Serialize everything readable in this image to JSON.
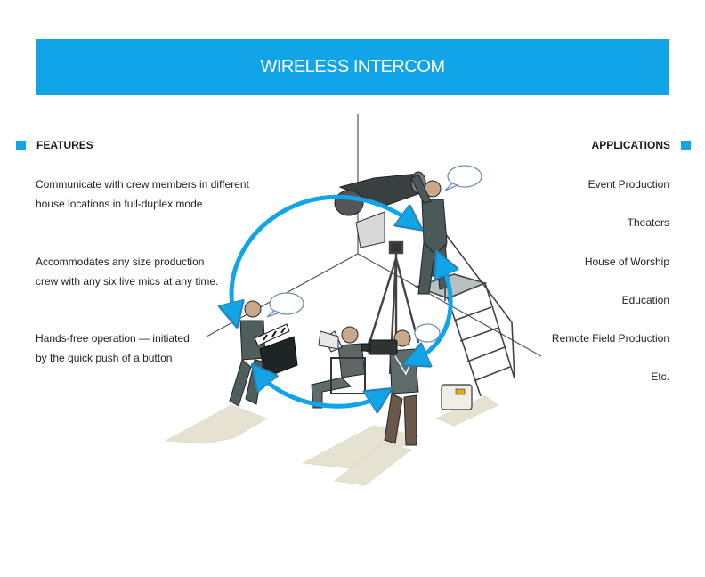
{
  "header": {
    "title": "WIRELESS INTERCOM"
  },
  "features": {
    "heading": "FEATURES",
    "items": [
      {
        "line1": "Communicate with crew members in different",
        "line2": "house locations in full-duplex mode"
      },
      {
        "line1": "Accommodates any size production",
        "line2": "crew with any six live mics at any time."
      },
      {
        "line1": "Hands-free operation — initiated",
        "line2": "by the quick push of a button"
      }
    ]
  },
  "applications": {
    "heading": "APPLICATIONS",
    "items": [
      "Event Production",
      "Theaters",
      "House of Worship",
      "Education",
      "Remote Field Production",
      "Etc."
    ]
  },
  "colors": {
    "accent": "#11a5e8",
    "figure": "#4a5a5a",
    "shadow": "#e6e2d2"
  },
  "icons": [
    "square-bullet-icon",
    "speech-bubble-icon",
    "double-arrow-icon"
  ]
}
